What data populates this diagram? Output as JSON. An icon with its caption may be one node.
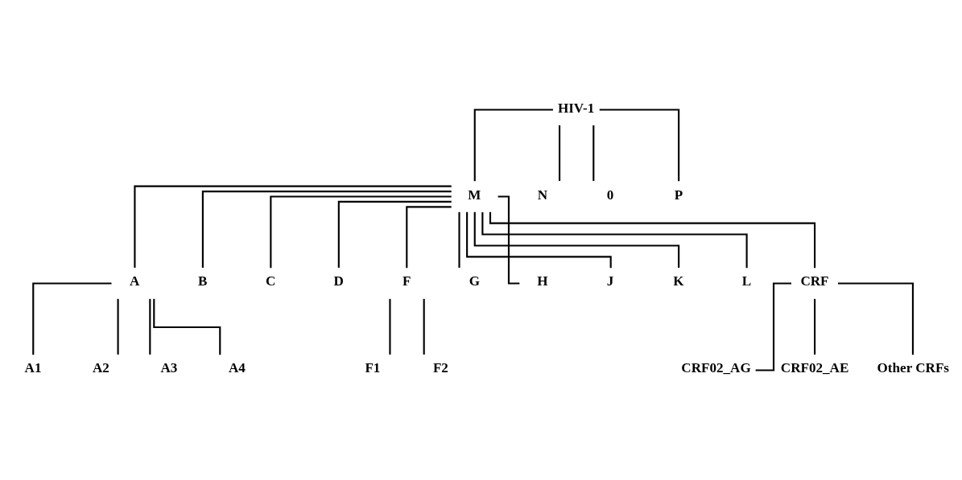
{
  "diagram": {
    "nodes": [
      {
        "text": [
          "HIV-1"
        ]
      },
      {
        "text": [
          "M"
        ]
      },
      {
        "text": [
          "N"
        ]
      },
      {
        "text": [
          "0"
        ]
      },
      {
        "text": [
          "P"
        ]
      },
      {
        "text": [
          "A"
        ]
      },
      {
        "text": [
          "B"
        ]
      },
      {
        "text": [
          "C"
        ]
      },
      {
        "text": [
          "D"
        ]
      },
      {
        "text": [
          "F"
        ]
      },
      {
        "text": [
          "G"
        ]
      },
      {
        "text": [
          "H"
        ]
      },
      {
        "text": [
          "J"
        ]
      },
      {
        "text": [
          "K"
        ]
      },
      {
        "text": [
          "L"
        ]
      },
      {
        "text": [
          "CRF"
        ]
      },
      {
        "text": [
          "A1"
        ]
      },
      {
        "text": [
          "A2"
        ]
      },
      {
        "text": [
          "A3"
        ]
      },
      {
        "text": [
          "A4"
        ]
      },
      {
        "text": [
          "F1"
        ]
      },
      {
        "text": [
          "F2"
        ]
      },
      {
        "text": [
          "CRF02_AG"
        ]
      },
      {
        "text": [
          "CRF02_AE"
        ]
      },
      {
        "text": [
          "Other CRFs"
        ]
      }
    ],
    "edges": [
      {
        "from": 0,
        "to": 1,
        "arrow": "none"
      },
      {
        "from": 0,
        "to": 2,
        "arrow": "none"
      },
      {
        "from": 0,
        "to": 3,
        "arrow": "none"
      },
      {
        "from": 0,
        "to": 4,
        "arrow": "none"
      },
      {
        "from": 1,
        "to": 5,
        "arrow": "none"
      },
      {
        "from": 1,
        "to": 6,
        "arrow": "none"
      },
      {
        "from": 1,
        "to": 7,
        "arrow": "none"
      },
      {
        "from": 1,
        "to": 8,
        "arrow": "none"
      },
      {
        "from": 1,
        "to": 9,
        "arrow": "none"
      },
      {
        "from": 1,
        "to": 10,
        "arrow": "none"
      },
      {
        "from": 1,
        "to": 11,
        "arrow": "none"
      },
      {
        "from": 1,
        "to": 12,
        "arrow": "none"
      },
      {
        "from": 1,
        "to": 13,
        "arrow": "none"
      },
      {
        "from": 1,
        "to": 14,
        "arrow": "none"
      },
      {
        "from": 1,
        "to": 15,
        "arrow": "none"
      },
      {
        "from": 5,
        "to": 16,
        "arrow": "none"
      },
      {
        "from": 5,
        "to": 17,
        "arrow": "none"
      },
      {
        "from": 5,
        "to": 18,
        "arrow": "none"
      },
      {
        "from": 5,
        "to": 19,
        "arrow": "none"
      },
      {
        "from": 9,
        "to": 20,
        "arrow": "none"
      },
      {
        "from": 9,
        "to": 21,
        "arrow": "none"
      },
      {
        "from": 15,
        "to": 22,
        "arrow": "none"
      },
      {
        "from": 15,
        "to": 23,
        "arrow": "none"
      },
      {
        "from": 15,
        "to": 24,
        "arrow": "none"
      }
    ]
  }
}
